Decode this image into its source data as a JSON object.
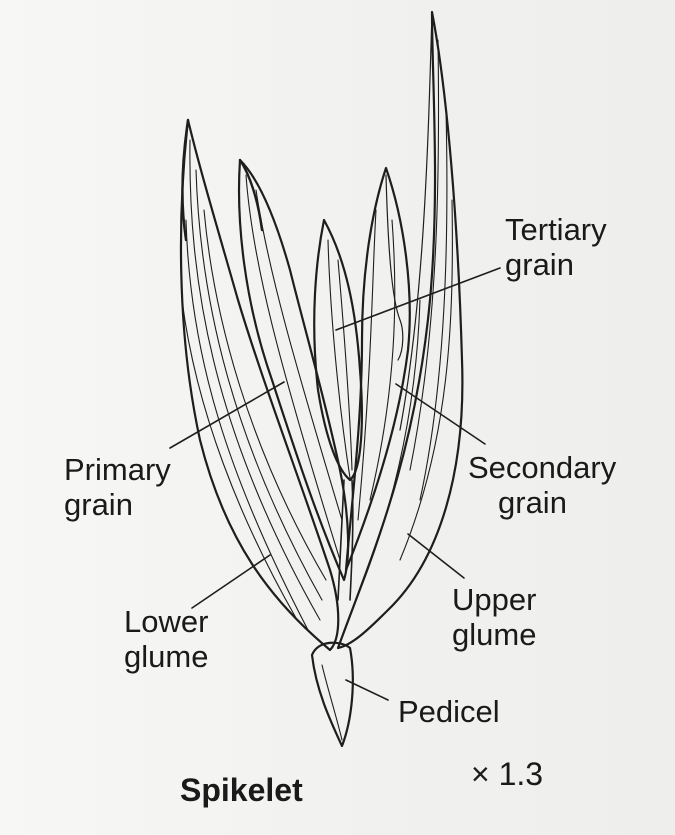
{
  "title": "Spikelet",
  "magnification": "× 1.3",
  "labels": {
    "tertiary_grain": [
      "Tertiary",
      "grain"
    ],
    "primary_grain": [
      "Primary",
      "grain"
    ],
    "secondary_grain": [
      "Secondary",
      "grain"
    ],
    "lower_glume": [
      "Lower",
      "glume"
    ],
    "upper_glume": [
      "Upper",
      "glume"
    ],
    "pedicel": [
      "Pedicel"
    ]
  },
  "colors": {
    "ink": "#1a1a1a",
    "paper": "#f4f4f2"
  }
}
